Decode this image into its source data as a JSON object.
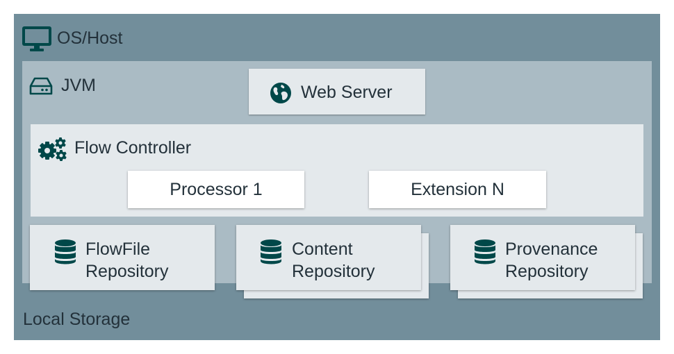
{
  "os": {
    "label": "OS/Host",
    "icon": "monitor-icon"
  },
  "jvm": {
    "label": "JVM",
    "icon": "hard-drive-icon"
  },
  "web_server": {
    "label": "Web Server",
    "icon": "globe-icon"
  },
  "flow_controller": {
    "label": "Flow Controller",
    "icon": "gears-icon"
  },
  "processor": {
    "label": "Processor 1"
  },
  "extension": {
    "label": "Extension N"
  },
  "repositories": [
    {
      "line1": "FlowFile",
      "line2": "Repository",
      "icon": "database-icon"
    },
    {
      "line1": "Content",
      "line2": "Repository",
      "icon": "database-icon"
    },
    {
      "line1": "Provenance",
      "line2": "Repository",
      "icon": "database-icon"
    }
  ],
  "local_storage": {
    "label": "Local Storage"
  },
  "colors": {
    "os_bg": "#728e9b",
    "jvm_bg": "#aabbc4",
    "panel_bg": "#e4e9ec",
    "icon": "#004849",
    "text": "#23313a"
  }
}
